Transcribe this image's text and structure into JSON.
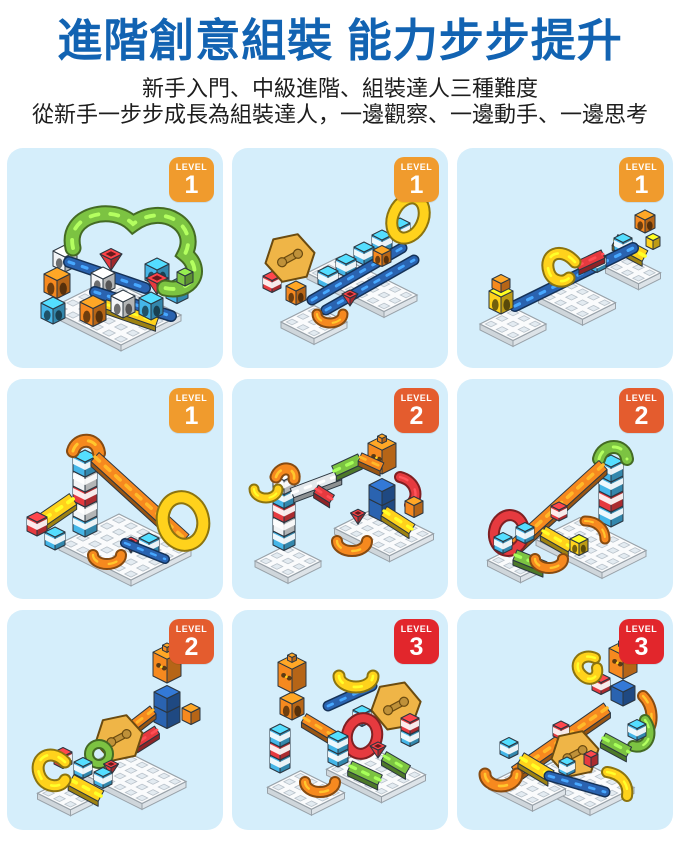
{
  "header": {
    "title": "進階創意組裝 能力步步提升",
    "title_color": "#1263B2",
    "subtitle_line1": "新手入門、中級進階、組裝達人三種難度",
    "subtitle_line2": "從新手一步步成長為組裝達人，一邊觀察、一邊動手、一邊思考"
  },
  "card_background": "#D5EEFB",
  "palette": {
    "cyan": "#45B6E8",
    "blue": "#2A63B0",
    "orange": "#F6891F",
    "red": "#E63A3F",
    "yellow": "#FFD21C",
    "gold": "#EFB547",
    "green": "#7CC342",
    "white": "#F2F4F6",
    "grey": "#E4E8EC"
  },
  "level_badge_colors": {
    "level1": "#F09B2D",
    "level2": "#E45C2E",
    "level3": "#E2262C"
  },
  "cards": [
    {
      "badge_label": "LEVEL",
      "level": "1",
      "badge_color": "#F09B2D"
    },
    {
      "badge_label": "LEVEL",
      "level": "1",
      "badge_color": "#F09B2D"
    },
    {
      "badge_label": "LEVEL",
      "level": "1",
      "badge_color": "#F09B2D"
    },
    {
      "badge_label": "LEVEL",
      "level": "1",
      "badge_color": "#F09B2D"
    },
    {
      "badge_label": "LEVEL",
      "level": "2",
      "badge_color": "#E45C2E"
    },
    {
      "badge_label": "LEVEL",
      "level": "2",
      "badge_color": "#E45C2E"
    },
    {
      "badge_label": "LEVEL",
      "level": "2",
      "badge_color": "#E45C2E"
    },
    {
      "badge_label": "LEVEL",
      "level": "3",
      "badge_color": "#E2262C"
    },
    {
      "badge_label": "LEVEL",
      "level": "3",
      "badge_color": "#E2262C"
    }
  ]
}
